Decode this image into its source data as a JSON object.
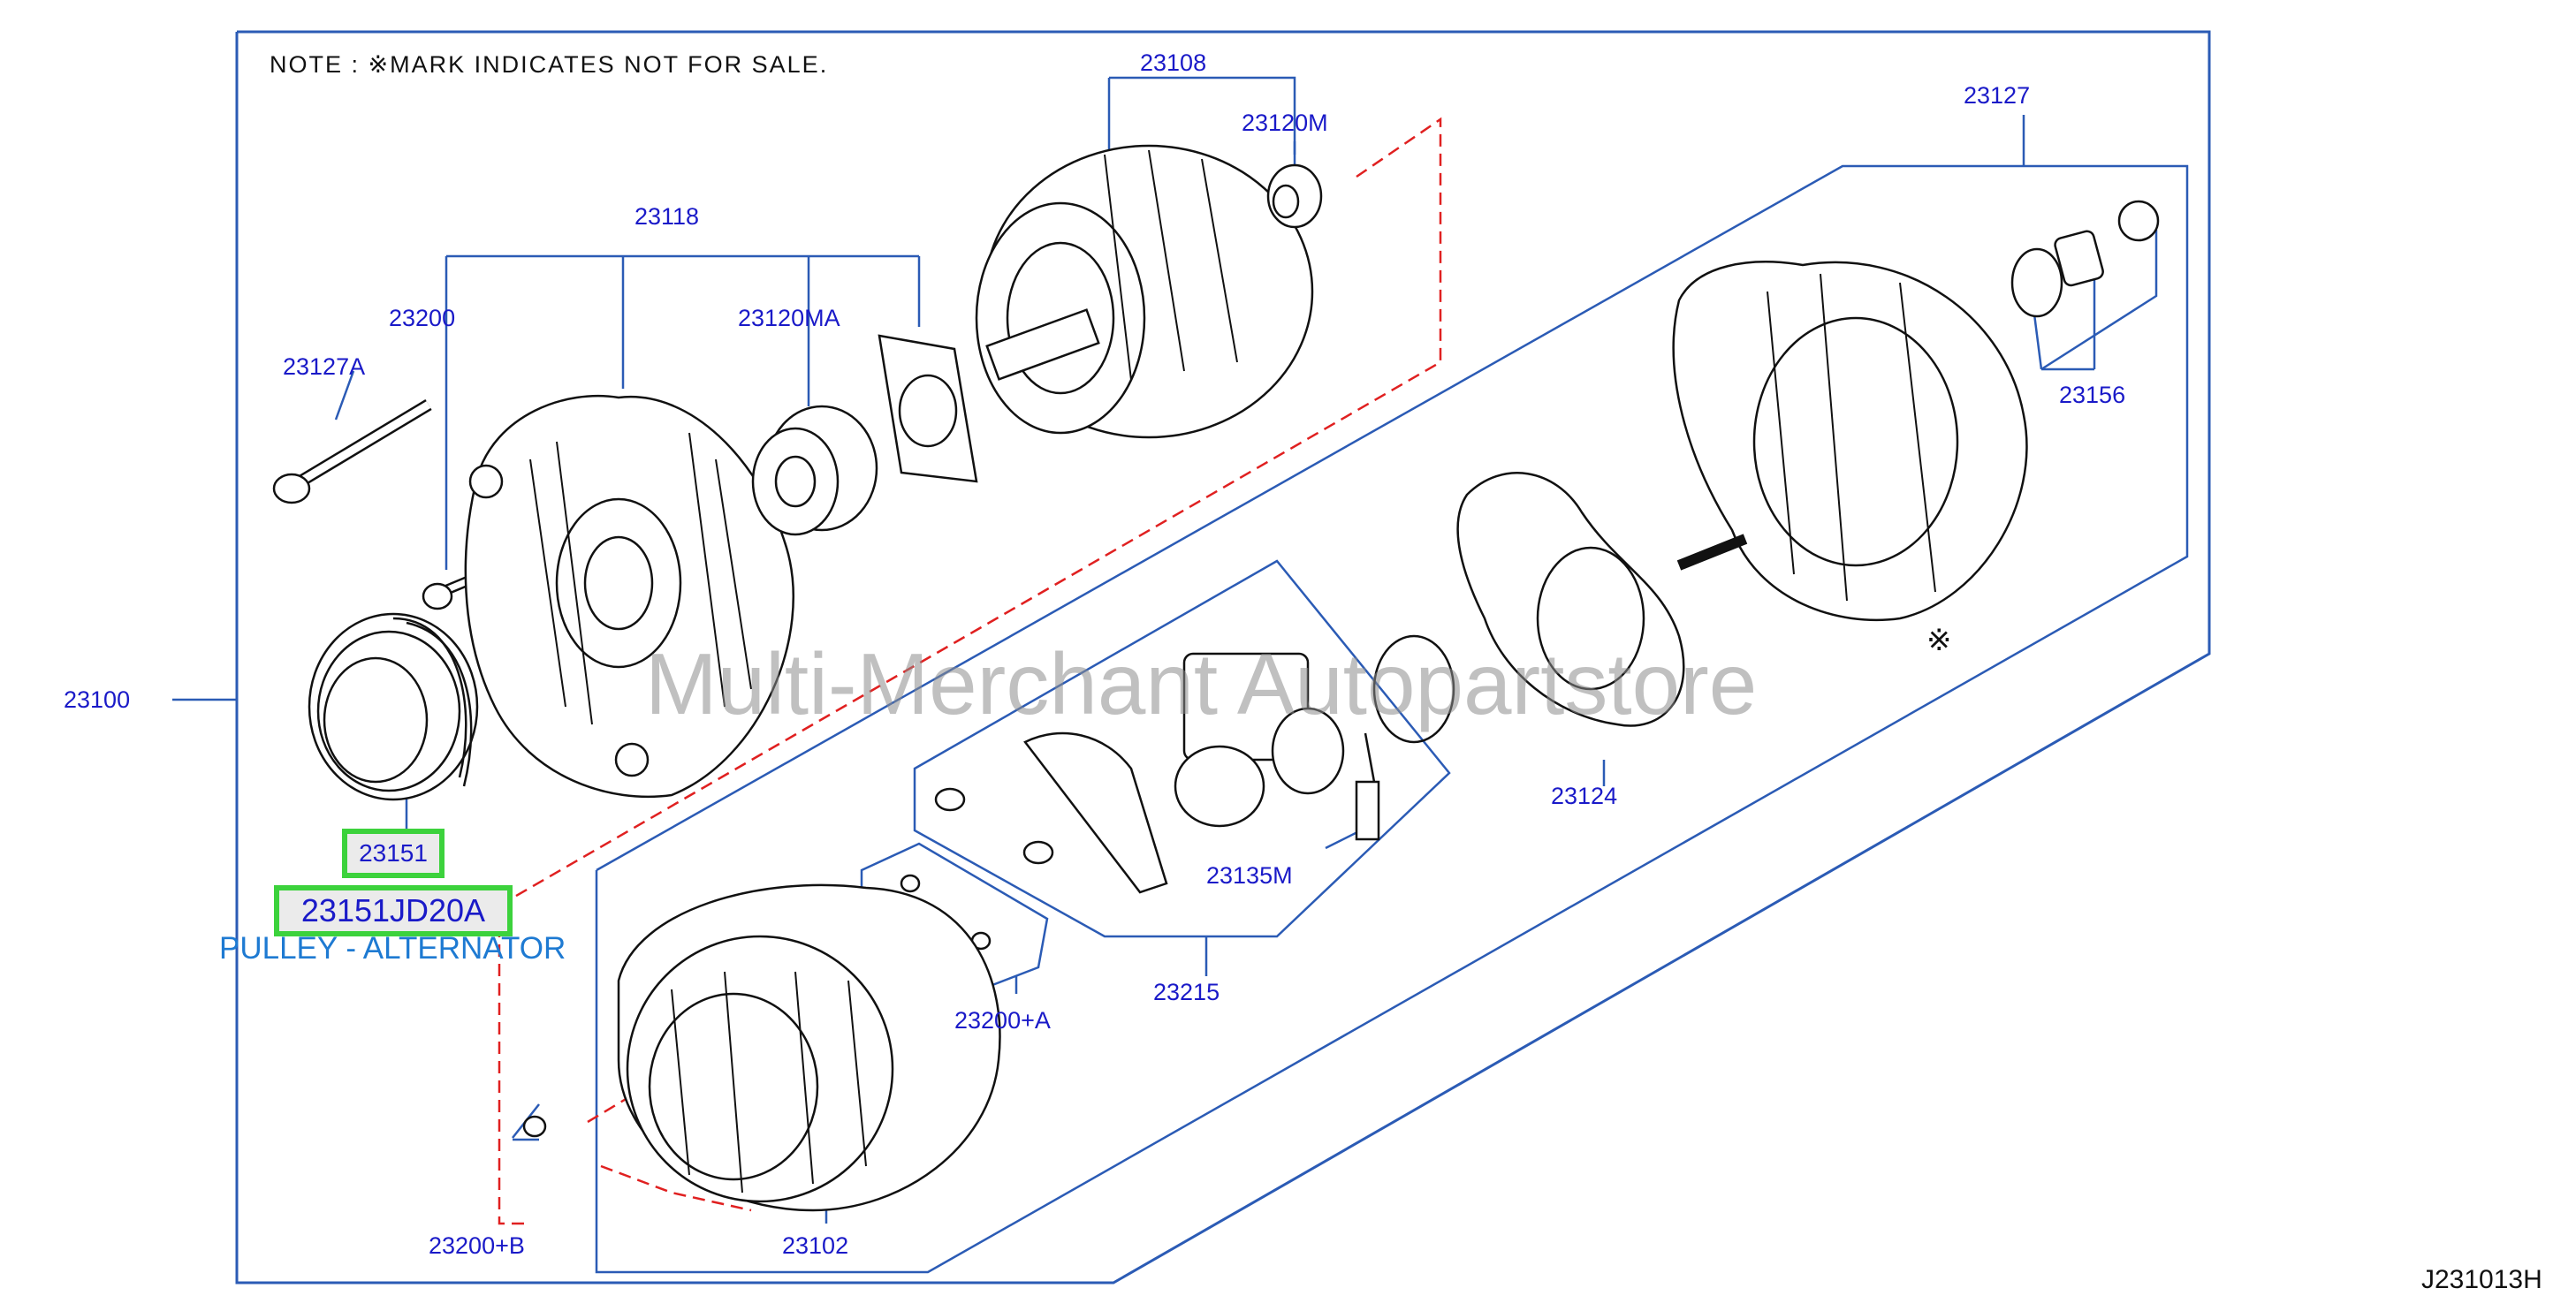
{
  "note": "NOTE : ※MARK  INDICATES  NOT  FOR  SALE.",
  "diagram_code": "J231013H",
  "watermark": "Multi-Merchant Autopartstore",
  "not_for_sale_mark": "※",
  "highlight": {
    "part_number": "23151",
    "oem_code": "23151JD20A",
    "description": "PULLEY - ALTERNATOR",
    "color": "#3cd23c"
  },
  "parts": {
    "p23100": "23100",
    "p23108": "23108",
    "p23120M": "23120M",
    "p23127": "23127",
    "p23118": "23118",
    "p23200": "23200",
    "p23120MA": "23120MA",
    "p23127A": "23127A",
    "p23156": "23156",
    "p23124": "23124",
    "p23135M": "23135M",
    "p23215": "23215",
    "p23200A": "23200+A",
    "p23102": "23102",
    "p23200B": "23200+B"
  },
  "colors": {
    "label": "#1a1ac8",
    "leader": "#1a1ac8",
    "dashed": "#e02020",
    "border": "#2b5bb5",
    "highlight_text": "#1e7ad2"
  }
}
